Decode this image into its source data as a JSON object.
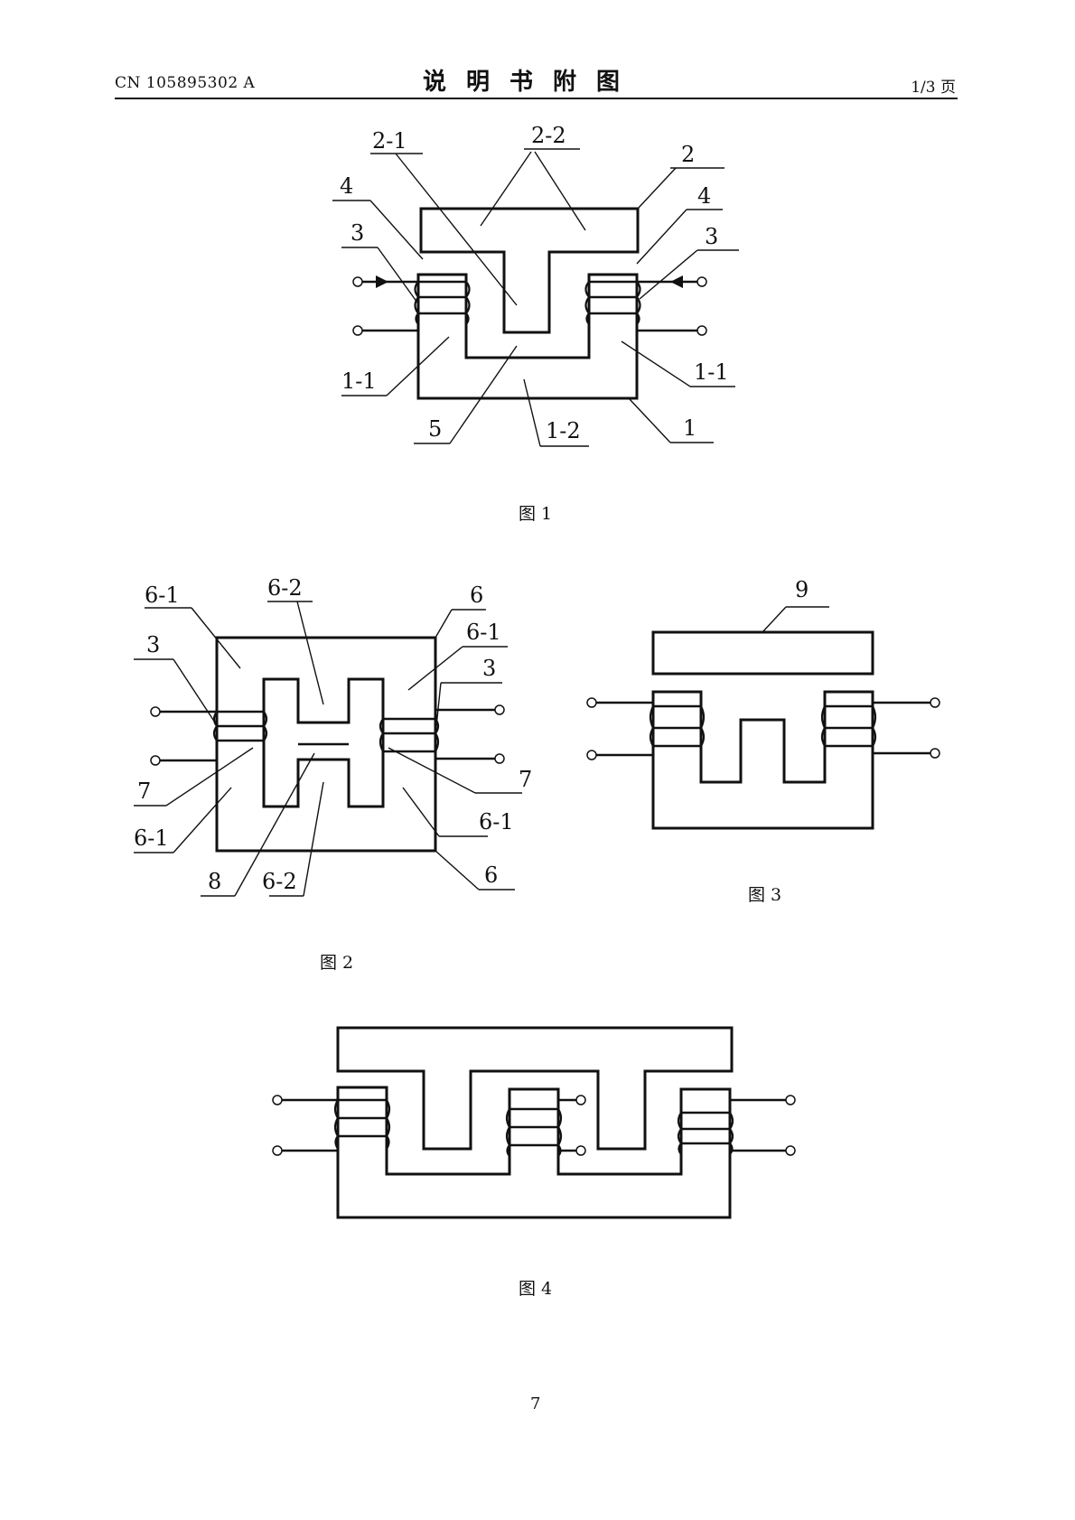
{
  "header": {
    "doc_number": "CN 105895302 A",
    "title": "说明书附图",
    "page_of": "1/3 页"
  },
  "figures": {
    "fig1": {
      "caption": "图 1",
      "labels": {
        "l_2_1": "2-1",
        "l_2_2": "2-2",
        "l_2": "2",
        "l_4_left": "4",
        "l_4_right": "4",
        "l_3_left": "3",
        "l_3_right": "3",
        "l_1_1_left": "1-1",
        "l_1_1_right": "1-1",
        "l_5": "5",
        "l_1_2": "1-2",
        "l_1": "1"
      }
    },
    "fig2": {
      "caption": "图 2",
      "labels": {
        "l_6_1_tl": "6-1",
        "l_6_2_top": "6-2",
        "l_6_top": "6",
        "l_6_1_tr": "6-1",
        "l_3_left": "3",
        "l_3_right": "3",
        "l_7_left": "7",
        "l_7_right": "7",
        "l_6_1_bl": "6-1",
        "l_6_1_br": "6-1",
        "l_8": "8",
        "l_6_2_bottom": "6-2",
        "l_6_bottom": "6"
      }
    },
    "fig3": {
      "caption": "图 3",
      "labels": {
        "l_9": "9"
      }
    },
    "fig4": {
      "caption": "图 4"
    }
  },
  "footer": {
    "page_number": "7"
  }
}
